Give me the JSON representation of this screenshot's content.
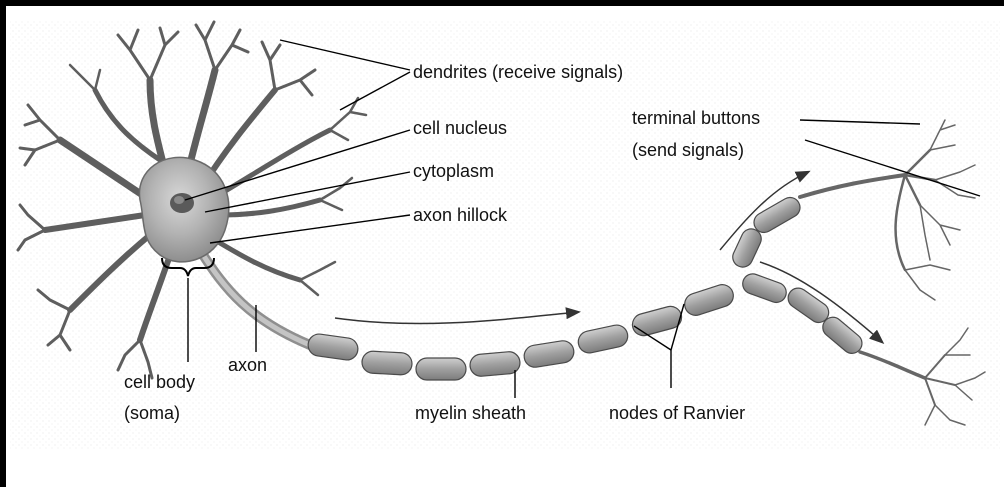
{
  "title": "",
  "labels": {
    "dendrites": "dendrites (receive signals)",
    "cell_nucleus": "cell nucleus",
    "cytoplasm": "cytoplasm",
    "axon_hillock": "axon hillock",
    "terminal_buttons_1": "terminal buttons",
    "terminal_buttons_2": "(send signals)",
    "cell_body_1": "cell body",
    "cell_body_2": "(soma)",
    "axon": "axon",
    "myelin_sheath": "myelin sheath",
    "nodes_of_ranvier": "nodes of Ranvier"
  },
  "colors": {
    "background": "#ffffff",
    "stipple": "#e6e6e6",
    "cell": "#a9a9a9",
    "cell_dark": "#7a7a7a",
    "cell_light": "#cfcfcf",
    "outline": "#333333",
    "leader": "#000000"
  }
}
